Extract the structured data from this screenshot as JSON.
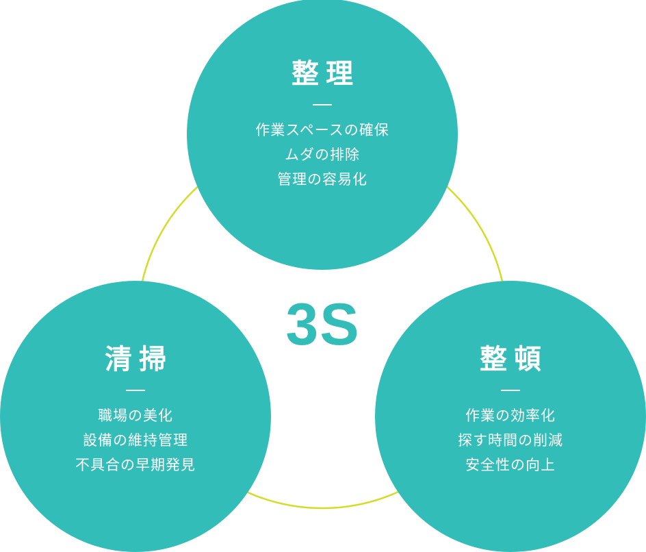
{
  "colors": {
    "circle": "#33bdb8",
    "ring": "#d4dc2a",
    "text": "#ffffff"
  },
  "center_label": "3S",
  "nodes": [
    {
      "title": "整理",
      "items": [
        "作業スペースの確保",
        "ムダの排除",
        "管理の容易化"
      ]
    },
    {
      "title": "清掃",
      "items": [
        "職場の美化",
        "設備の維持管理",
        "不具合の早期発見"
      ]
    },
    {
      "title": "整頓",
      "items": [
        "作業の効率化",
        "探す時間の削減",
        "安全性の向上"
      ]
    }
  ]
}
